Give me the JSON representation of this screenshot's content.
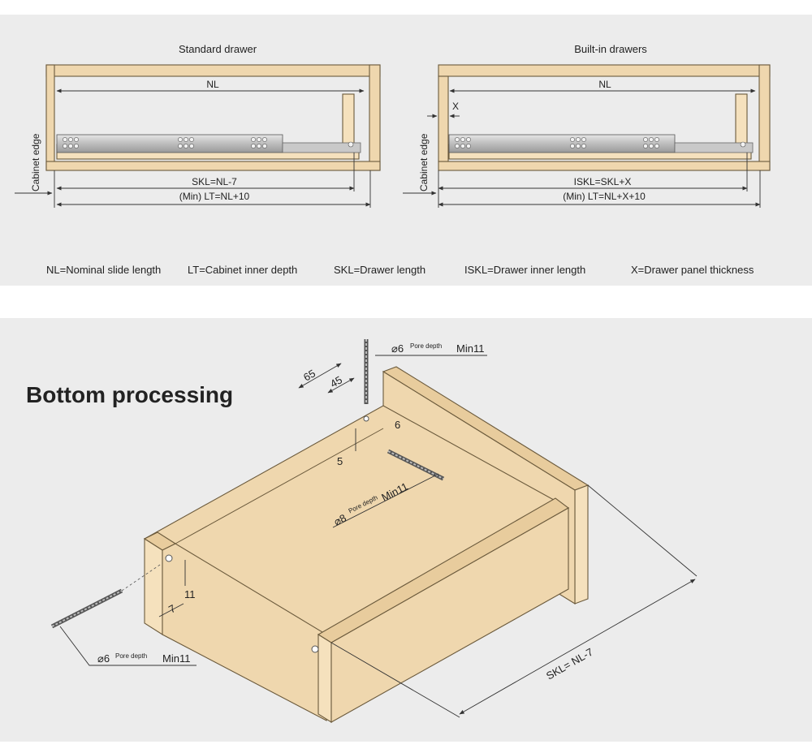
{
  "top_panel": {
    "standard": {
      "title": "Standard drawer",
      "nl": "NL",
      "skl": "SKL=NL-7",
      "lt": "(Min) LT=NL+10",
      "cabinet_edge": "Cabinet edge"
    },
    "builtin": {
      "title": "Built-in drawers",
      "nl": "NL",
      "x": "X",
      "iskl": "ISKL=SKL+X",
      "lt": "(Min) LT=NL+X+10",
      "cabinet_edge": "Cabinet edge"
    },
    "legend": [
      "NL=Nominal slide length",
      "LT=Cabinet inner depth",
      "SKL=Drawer length",
      "ISKL=Drawer inner length",
      "X=Drawer panel thickness"
    ]
  },
  "bottom_panel": {
    "title": "Bottom processing",
    "dims": {
      "d65": "65",
      "d45": "45",
      "d6": "6",
      "d5": "5",
      "d11": "11",
      "d7": "7",
      "skl": "SKL=  NL-7"
    },
    "holes": {
      "top": {
        "dia": "⌀6",
        "pore": "Pore depth",
        "min": "Min11"
      },
      "middle": {
        "dia": "⌀8",
        "pore": "Pore depth",
        "min": "Min11"
      },
      "left": {
        "dia": "⌀6",
        "pore": "Pore depth",
        "min": "Min11"
      }
    }
  },
  "colors": {
    "panel_bg": "#ececec",
    "wood": "#efd7ae",
    "slide": "#c8c8c8"
  }
}
